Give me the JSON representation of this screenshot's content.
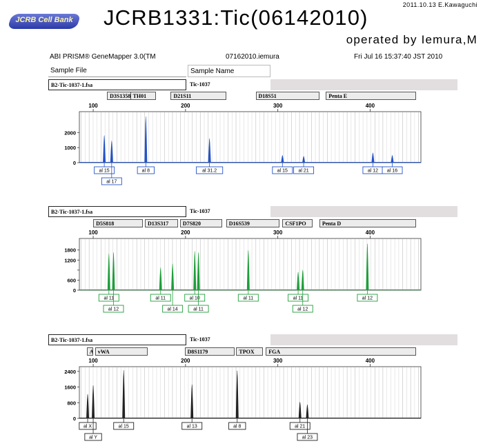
{
  "header": {
    "logo_text": "JCRB Cell Bank",
    "date_author": "2011.10.13 E.Kawaguchi",
    "title": "JCRB1331:Tic(06142010)",
    "operated_by": "operated by Iemura,M",
    "software": "ABI PRISM® GeneMapper 3.0(TM",
    "project": "07162010.iemura",
    "timestamp": "Fri Jul 16 15:37:40 JST 2010",
    "sample_file_label": "Sample File",
    "sample_name_label": "Sample Name"
  },
  "colors": {
    "blue": "#2353c6",
    "green": "#1e9e3a",
    "black": "#222222"
  },
  "chart_data": [
    {
      "type": "line",
      "dye": "blue",
      "file": "B2-Tic-1037-1.fsa",
      "sample": "Tic-1037",
      "xlim": [
        85,
        455
      ],
      "ylim": [
        0,
        3200
      ],
      "xticks": [
        100,
        200,
        300,
        400
      ],
      "yticks": [
        0,
        1000,
        2000
      ],
      "markers": [
        {
          "name": "D3S1358",
          "start": 115,
          "end": 141
        },
        {
          "name": "TH01",
          "start": 140,
          "end": 168
        },
        {
          "name": "D21S11",
          "start": 184,
          "end": 244
        },
        {
          "name": "D18S51",
          "start": 276,
          "end": 345
        },
        {
          "name": "Penta E",
          "start": 352,
          "end": 450
        }
      ],
      "peaks": [
        {
          "x": 112,
          "h": 1800,
          "label": "al 15",
          "row": 0
        },
        {
          "x": 120,
          "h": 1450,
          "label": "al 17",
          "row": 1
        },
        {
          "x": 157,
          "h": 3050,
          "label": "al 8",
          "row": 0
        },
        {
          "x": 226,
          "h": 1600,
          "label": "al 31.2",
          "row": 0
        },
        {
          "x": 305,
          "h": 480,
          "label": "al 15",
          "row": 0
        },
        {
          "x": 328,
          "h": 420,
          "label": "al 21",
          "row": 0
        },
        {
          "x": 403,
          "h": 650,
          "label": "al 12",
          "row": 0
        },
        {
          "x": 424,
          "h": 480,
          "label": "al 16",
          "row": 0
        }
      ]
    },
    {
      "type": "line",
      "dye": "green",
      "file": "B2-Tic-1037-1.fsa",
      "sample": "Tic-1037",
      "xlim": [
        85,
        455
      ],
      "ylim": [
        0,
        1950
      ],
      "xticks": [
        100,
        200,
        300,
        400
      ],
      "yticks": [
        0,
        400,
        800,
        1200,
        1600
      ],
      "ytick_labels": [
        "0",
        "600",
        "",
        "1200",
        "1800"
      ],
      "markers": [
        {
          "name": "D5S818",
          "start": 100,
          "end": 154
        },
        {
          "name": "D13S317",
          "start": 156,
          "end": 192
        },
        {
          "name": "D7S820",
          "start": 194,
          "end": 240
        },
        {
          "name": "D16S539",
          "start": 244,
          "end": 302
        },
        {
          "name": "CSF1PO",
          "start": 305,
          "end": 338
        },
        {
          "name": "Penta D",
          "start": 345,
          "end": 450
        }
      ],
      "peaks": [
        {
          "x": 117,
          "h": 1450,
          "label": "al 11",
          "row": 0
        },
        {
          "x": 122,
          "h": 1500,
          "label": "al 12",
          "row": 1
        },
        {
          "x": 173,
          "h": 900,
          "label": "al 11",
          "row": 0
        },
        {
          "x": 186,
          "h": 1050,
          "label": "al 14",
          "row": 1
        },
        {
          "x": 210,
          "h": 1550,
          "label": "al 10",
          "row": 0
        },
        {
          "x": 214,
          "h": 1500,
          "label": "al 11",
          "row": 1
        },
        {
          "x": 268,
          "h": 1580,
          "label": "al 11",
          "row": 0
        },
        {
          "x": 322,
          "h": 720,
          "label": "al 11",
          "row": 0
        },
        {
          "x": 327,
          "h": 800,
          "label": "al 12",
          "row": 1
        },
        {
          "x": 397,
          "h": 1850,
          "label": "al 12",
          "row": 0
        }
      ]
    },
    {
      "type": "line",
      "dye": "black",
      "file": "B2-Tic-1037-1.fsa",
      "sample": "Tic-1037",
      "xlim": [
        85,
        455
      ],
      "ylim": [
        0,
        2500
      ],
      "xticks": [
        100,
        200,
        300,
        400
      ],
      "yticks": [
        0,
        800,
        1600,
        2400
      ],
      "markers": [
        {
          "name": "A...",
          "start": 93,
          "end": 100
        },
        {
          "name": "vWA",
          "start": 102,
          "end": 159
        },
        {
          "name": "D8S1179",
          "start": 199,
          "end": 253
        },
        {
          "name": "TPOX",
          "start": 255,
          "end": 284
        },
        {
          "name": "FGA",
          "start": 287,
          "end": 450
        }
      ],
      "peaks": [
        {
          "x": 94,
          "h": 1230,
          "label": "al X",
          "row": 0
        },
        {
          "x": 100,
          "h": 1680,
          "label": "al Y",
          "row": 1
        },
        {
          "x": 133,
          "h": 2450,
          "label": "al 15",
          "row": 0
        },
        {
          "x": 207,
          "h": 1720,
          "label": "al 13",
          "row": 0
        },
        {
          "x": 256,
          "h": 2430,
          "label": "al 8",
          "row": 0
        },
        {
          "x": 324,
          "h": 830,
          "label": "al 21",
          "row": 0
        },
        {
          "x": 332,
          "h": 700,
          "label": "al 23",
          "row": 1
        }
      ]
    }
  ]
}
